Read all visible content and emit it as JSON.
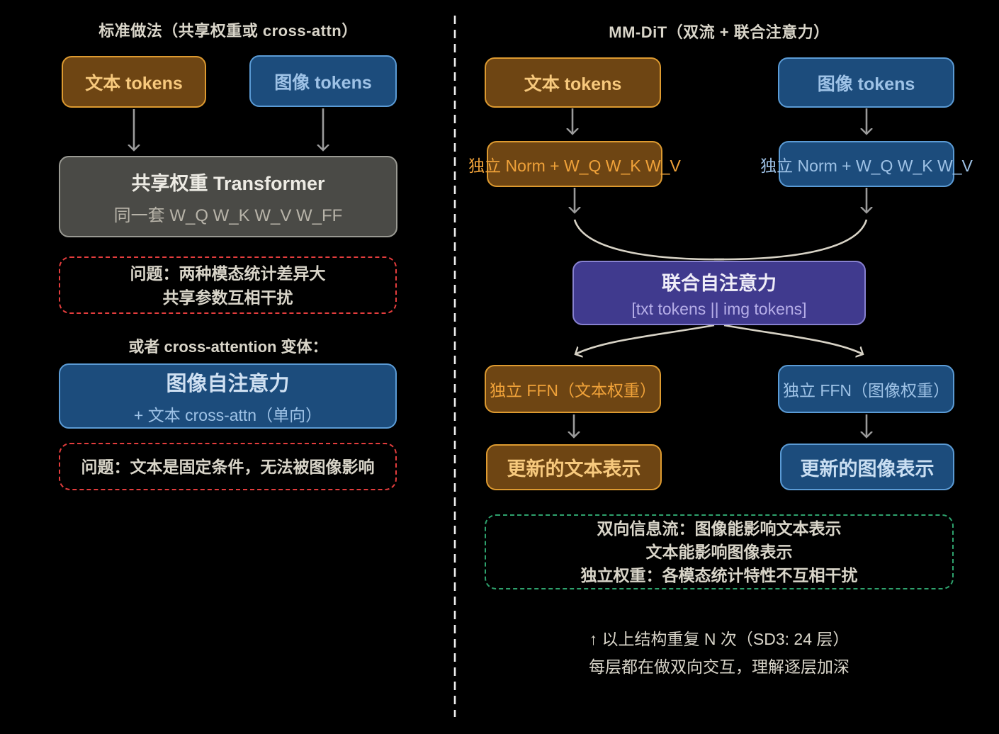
{
  "left": {
    "title": "标准做法（共享权重或 cross-attn）",
    "text_tokens": "文本 tokens",
    "image_tokens": "图像 tokens",
    "shared_box": {
      "title": "共享权重 Transformer",
      "subtitle": "同一套 W_Q W_K W_V W_FF"
    },
    "problem_shared": {
      "line1": "问题：两种模态统计差异大",
      "line2": "共享参数互相干扰"
    },
    "alt_label": "或者 cross-attention 变体：",
    "cross_box": {
      "title": "图像自注意力",
      "subtitle": "+ 文本 cross-attn（单向）"
    },
    "problem_cross": "问题：文本是固定条件，无法被图像影响"
  },
  "right": {
    "title": "MM-DiT（双流 + 联合注意力）",
    "text_tokens": "文本 tokens",
    "image_tokens": "图像 tokens",
    "text_norm": "独立 Norm + W_Q W_K W_V",
    "image_norm": "独立 Norm + W_Q W_K W_V",
    "joint_box": {
      "title": "联合自注意力",
      "subtitle": "[txt tokens || img tokens]"
    },
    "text_ffn": "独立 FFN（文本权重）",
    "image_ffn": "独立 FFN（图像权重）",
    "text_out": "更新的文本表示",
    "image_out": "更新的图像表示",
    "benefit": {
      "line1": "双向信息流：图像能影响文本表示",
      "line2": "文本能影响图像表示",
      "line3": "独立权重：各模态统计特性不互相干扰"
    },
    "footnote": {
      "line1": "↑ 以上结构重复 N 次（SD3: 24 层）",
      "line2": "每层都在做双向交互，理解逐层加深"
    }
  },
  "colors": {
    "brown-fill": "#6e4513",
    "brown-border": "#dd9a30",
    "tan-text": "#f7c97d",
    "orange-text": "#f0a239",
    "blue-fill": "#1c4c7c",
    "blue-border": "#5b9bd5",
    "ltblue-text": "#9ec2e6",
    "gray-fill": "#4a4a46",
    "gray-border": "#9a9a93",
    "purple-fill": "#403a8e",
    "purple-border": "#8781cf",
    "red-border": "#e43d3d",
    "green-border": "#2ea26d",
    "text-cream": "#d9d5c9",
    "arrow-gray": "#9b9b9b",
    "arrow-cream": "#d8d3c6",
    "divider-white": "#eeeeee"
  }
}
